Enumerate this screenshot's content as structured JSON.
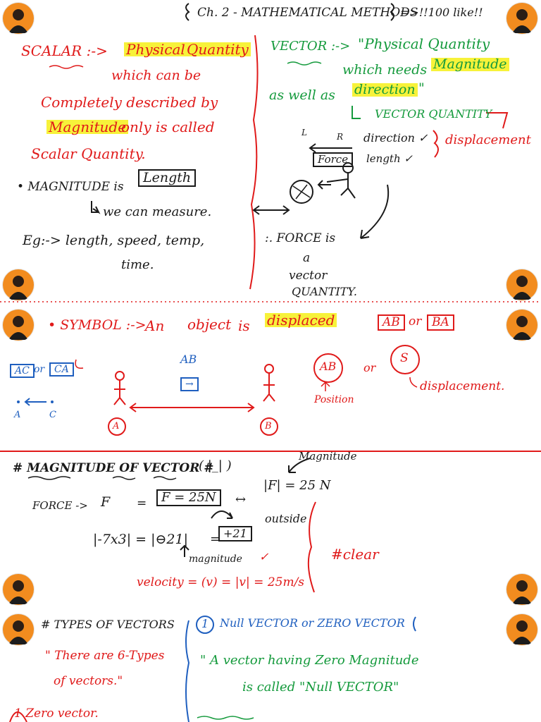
{
  "header": {
    "title": "Ch. 2 - MATHEMATICAL METHODS",
    "likes": "=>!!100 like!!"
  },
  "scalar": {
    "heading": "SCALAR :->",
    "physical": "Physical",
    "quantity": "Quantity",
    "line2": "which can be",
    "line3": "Completely described by",
    "magnitude": "Magnitude",
    "line4_rest": "only is called",
    "line5": "Scalar Quantity.",
    "bullet": "• MAGNITUDE is",
    "length_box": "Length",
    "measure": "we can measure.",
    "eg": "Eg:-> length, speed, temp,",
    "time": "time."
  },
  "vector": {
    "heading": "VECTOR :->",
    "line1": "\"Physical Quantity",
    "line2_a": "which needs",
    "line2_b": "Magnitude",
    "line3_a": "as well as",
    "line3_b": "direction",
    "line3_c": "\"",
    "vq": "VECTOR QUANTITY",
    "l": "L",
    "r": "R",
    "direction": "direction ✓",
    "length": "length ✓",
    "displacement": "displacement",
    "force_box": "Force",
    "force_is": ":. FORCE is",
    "a": "a",
    "vector_word": "vector",
    "quantity_caps": "QUANTITY."
  },
  "symbol": {
    "heading": "• SYMBOL :->",
    "text_an": "An",
    "text_object": "object",
    "text_is": "is",
    "text_displaced": "displaced",
    "ab_or_ba_1": "AB",
    "or": "or",
    "ab_or_ba_2": "BA",
    "ac": "AC",
    "ca": "CA",
    "ab_top": "AB",
    "arrow_box": "→",
    "circle_ab": "AB",
    "circle_s": "S",
    "position": "Position",
    "displacement": "displacement.",
    "label_a": "A",
    "label_c": "C",
    "point_a": "A",
    "point_b": "B"
  },
  "magnitude": {
    "heading": "# MAGNITUDE OF VECTOR #",
    "paren": "( |_| )",
    "mag_label": "Magnitude",
    "force": "FORCE ->",
    "f_vec": "F",
    "eq": "=",
    "f_box": "F = 25N",
    "arrow": "↔",
    "abs_f": "|F| = 25 N",
    "abs_expr": "|-7x3| = |⊖21|",
    "eq2": "=",
    "plus21": "+21",
    "outside": "outside",
    "magnitude_small": "magnitude",
    "check": "✓",
    "velocity": "velocity = (v) = |v| = 25m/s",
    "clear": "#clear"
  },
  "types": {
    "heading": "# TYPES OF VECTORS",
    "there": "\" There are 6-Types",
    "of_vectors": "of vectors.\"",
    "zero": "1 Zero vector.",
    "null_num": "1",
    "null_title": "Null VECTOR or ZERO VECTOR",
    "def1": "\" A vector having Zero Magnitude",
    "def2": "is called \"Null VECTOR\""
  }
}
